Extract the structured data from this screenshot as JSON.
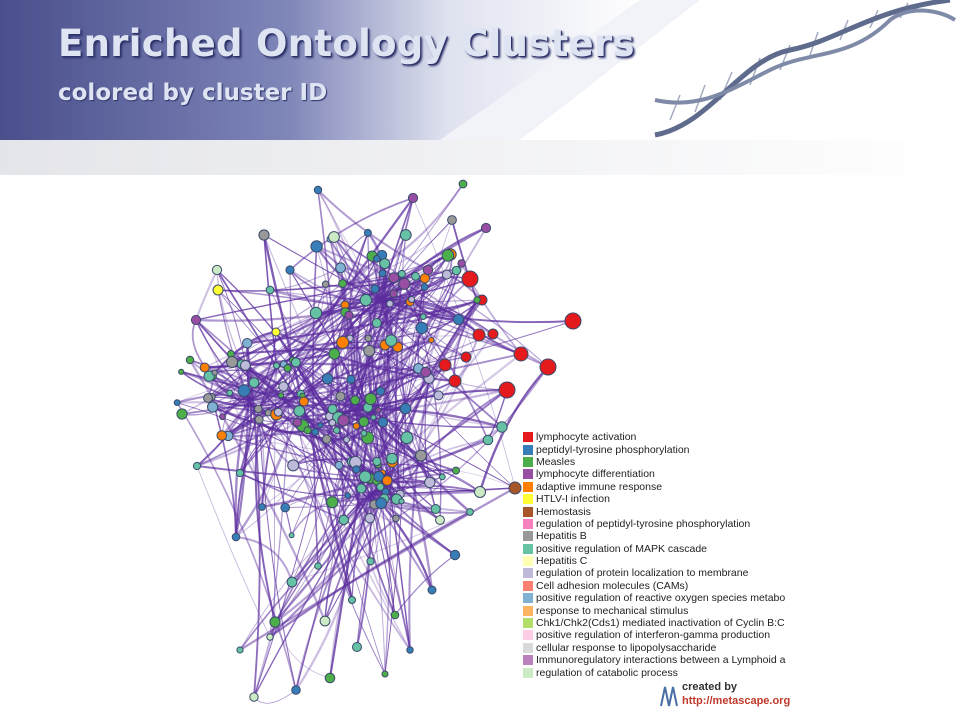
{
  "slide": {
    "title": "Enriched Ontology Clusters",
    "subtitle": "colored by cluster ID"
  },
  "legend": {
    "items": [
      {
        "label": "lymphocyte activation",
        "color": "#e41a1c"
      },
      {
        "label": "peptidyl-tyrosine phosphorylation",
        "color": "#377eb8"
      },
      {
        "label": "Measles",
        "color": "#4daf4a"
      },
      {
        "label": "lymphocyte differentiation",
        "color": "#984ea3"
      },
      {
        "label": "adaptive immune response",
        "color": "#ff7f00"
      },
      {
        "label": "HTLV-I infection",
        "color": "#ffff33"
      },
      {
        "label": "Hemostasis",
        "color": "#a65628"
      },
      {
        "label": "regulation of peptidyl-tyrosine phosphorylation",
        "color": "#f781bf"
      },
      {
        "label": "Hepatitis B",
        "color": "#999999"
      },
      {
        "label": "positive regulation of MAPK cascade",
        "color": "#66c2a5"
      },
      {
        "label": "Hepatitis C",
        "color": "#ffffb3"
      },
      {
        "label": "regulation of protein localization to membrane",
        "color": "#bebada"
      },
      {
        "label": "Cell adhesion molecules (CAMs)",
        "color": "#fb8072"
      },
      {
        "label": "positive regulation of reactive oxygen species metabo",
        "color": "#80b1d3"
      },
      {
        "label": "response to mechanical stimulus",
        "color": "#fdb462"
      },
      {
        "label": "Chk1/Chk2(Cds1) mediated inactivation of Cyclin B:C",
        "color": "#b3de69"
      },
      {
        "label": "positive regulation of interferon-gamma production",
        "color": "#fccde5"
      },
      {
        "label": "cellular response to lipopolysaccharide",
        "color": "#d9d9d9"
      },
      {
        "label": "Immunoregulatory interactions between a Lymphoid a",
        "color": "#bc80bd"
      },
      {
        "label": "regulation of catabolic process",
        "color": "#ccebc5"
      }
    ]
  },
  "network": {
    "edge_color": "#5b2d9e",
    "node_outline": "#3b4a6b"
  },
  "credit": {
    "created_by": "created by",
    "url": "http://metascape.org"
  }
}
